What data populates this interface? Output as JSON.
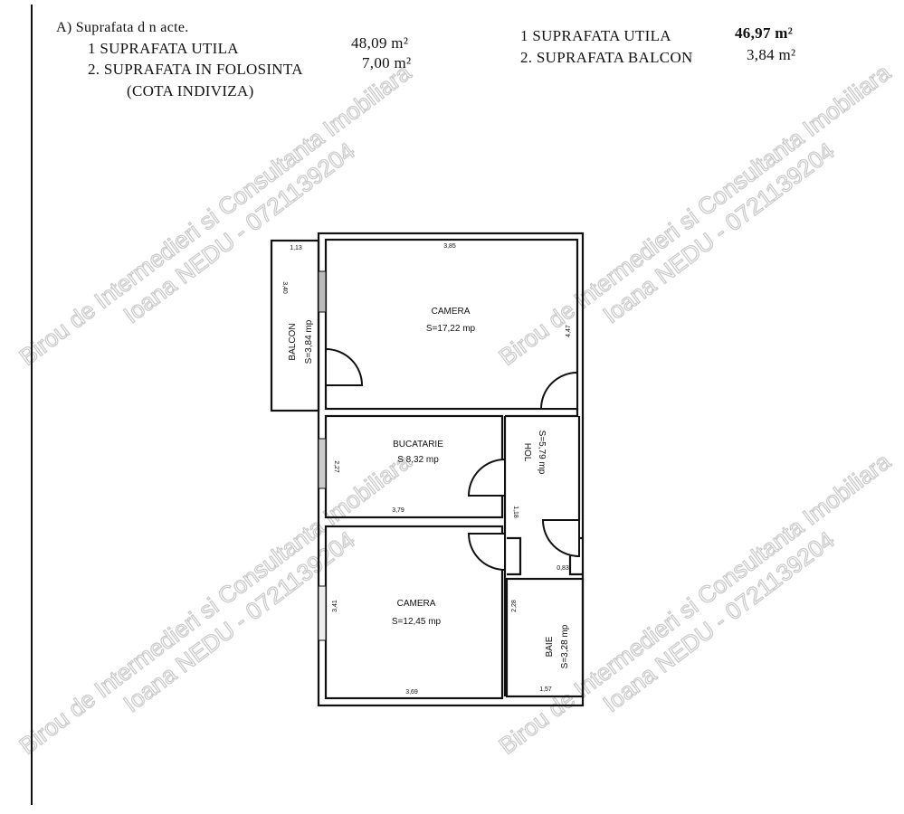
{
  "header_left": {
    "title": "A)  Suprafata d n acte.",
    "items": [
      {
        "label": "1  SUPRAFATA UTILA",
        "value": "48,09 m²"
      },
      {
        "label": "2. SUPRAFATA IN FOLOSINTA",
        "value": "7,00 m²"
      }
    ],
    "note": "(COTA INDIVIZA)"
  },
  "header_right": {
    "items": [
      {
        "label": "1  SUPRAFATA UTILA",
        "value": "46,97 m²"
      },
      {
        "label": "2. SUPRAFATA BALCON",
        "value": "3,84 m²"
      }
    ]
  },
  "rooms": {
    "camera1": {
      "name": "CAMERA",
      "area": "S=17,22 mp"
    },
    "balcon": {
      "name": "BALCON",
      "area": "S=3,84 mp"
    },
    "ducatarie": {
      "name": "BUCATARIE",
      "area": "S 8,32 mp"
    },
    "hol": {
      "name": "HOL",
      "area": "S=5,79 mp"
    },
    "camera2": {
      "name": "CAMERA",
      "area": "S=12,45 mp"
    },
    "baie": {
      "name": "BAIE",
      "area": "S=3,28 mp"
    }
  },
  "dimensions": {
    "balcon_top": "1,13",
    "balcon_side": "3,40",
    "camera1_top": "3,85",
    "camera1_side": "4,47",
    "ducatarie_side": "2,27",
    "ducatarie_bottom": "3,79",
    "hol_small": "1,18",
    "camera2_side": "3,41",
    "camera2_bottom": "3,69",
    "baie_side": "2,28",
    "baie_bottom": "1,57",
    "baie_small": "0,83"
  },
  "watermark": {
    "line1": "Birou de Intermedieri si Consultanta Imobiliara",
    "line2": "Ioana NEDU - 0721139204"
  }
}
